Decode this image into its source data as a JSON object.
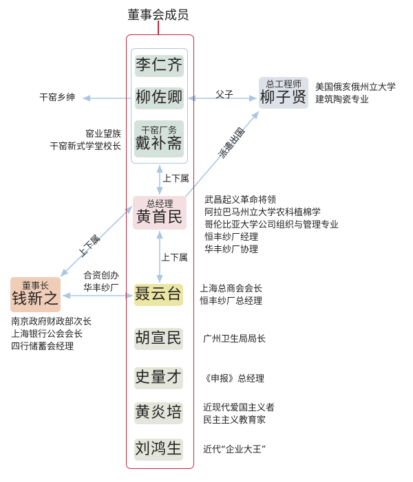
{
  "title": "董事会成员",
  "colors": {
    "board_border": "#c8213e",
    "connector": "#a9c6e2",
    "green": "#d5e2db",
    "pink": "#f3dfe2",
    "slate": "#dde1e8",
    "peach": "#efcdb7",
    "yellow": "#ece6a4",
    "beige": "#e5e6db"
  },
  "members": {
    "li_renqi": {
      "name": "李仁齐"
    },
    "liu_zuoqing": {
      "name": "柳佐卿"
    },
    "dai_buzhai": {
      "role": "干窑厂务",
      "name": "戴补斋"
    },
    "huang_shoumin": {
      "role": "总经理",
      "name": "黄首民"
    },
    "nie_yuntai": {
      "name": "聂云台"
    },
    "hu_xuanmin": {
      "name": "胡宣民"
    },
    "shi_liangcai": {
      "name": "史量才"
    },
    "huang_yanpei": {
      "name": "黄炎培"
    },
    "liu_hongsheng": {
      "name": "刘鸿生"
    }
  },
  "external": {
    "liu_zixian": {
      "role": "总工程师",
      "name": "柳子贤"
    },
    "qian_xinzhi": {
      "role": "董事长",
      "name": "钱新之"
    }
  },
  "notes": {
    "liu_zuoqing": "干窑乡绅",
    "dai_buzhai": [
      "窑业望族",
      "干窑新式学堂校长"
    ],
    "liu_zixian": [
      "美国俄亥俄州立大学",
      "建筑陶瓷专业"
    ],
    "huang_shoumin": [
      "武昌起义革命将领",
      "阿拉巴马州立大学农科植棉学",
      "哥伦比亚大学公司组织与管理专业",
      "恒丰纱厂经理",
      "华丰纱厂协理"
    ],
    "nie_yuntai": [
      "上海总商会会长",
      "恒丰纱厂总经理"
    ],
    "qian_xinzhi": [
      "南京政府财政部次长",
      "上海银行公会会长",
      "四行储蓄会经理"
    ],
    "hu_xuanmin": "广州卫生局局长",
    "shi_liangcai": "《申报》总经理",
    "huang_yanpei": [
      "近现代爱国主义者",
      "民主主义教育家"
    ],
    "liu_hongsheng": "近代“企业大王”"
  },
  "relations": {
    "father_son": "父子",
    "subordinate_1": "上下属",
    "sent_abroad": "派遣出国",
    "subordinate_2": "上下属",
    "subordinate_3": "上下属",
    "joint_venture": [
      "合资创办",
      "华丰纱厂"
    ]
  }
}
